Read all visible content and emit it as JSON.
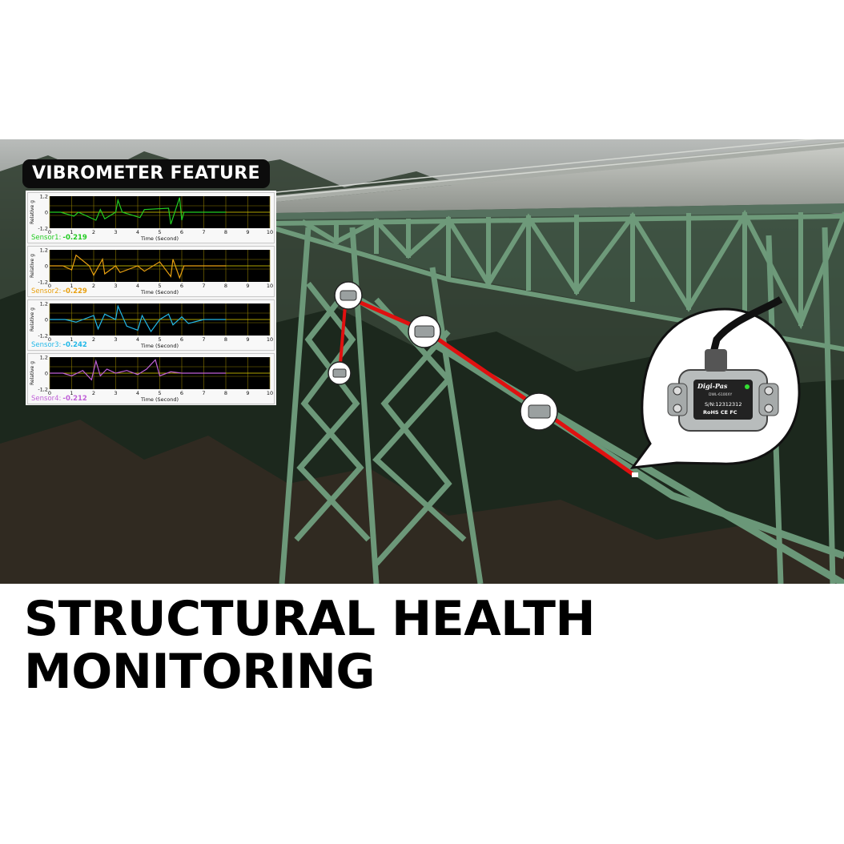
{
  "badge": {
    "label": "VIBROMETER FEATURE"
  },
  "headline": {
    "line1": "STRUCTURAL HEALTH",
    "line2": "MONITORING"
  },
  "device": {
    "brand": "Digi-Pas",
    "model": "DWL-6100XY",
    "serial": "S/N:12312312",
    "marks": "RoHS CE FC"
  },
  "colors": {
    "plot_bg": "#000000",
    "grid": "#8a7a00",
    "sensor1": "#22cc22",
    "sensor2": "#e8a010",
    "sensor3": "#22b8e8",
    "sensor4": "#c060d8",
    "cable": "#e01010"
  },
  "chart_data": [
    {
      "type": "line",
      "ylabel": "Relative g",
      "xlabel": "Time (Second)",
      "yticks": [
        "1,2",
        "0",
        "-1,2"
      ],
      "xticks": [
        "0",
        "1",
        "2",
        "3",
        "4",
        "5",
        "6",
        "7",
        "8",
        "9",
        "10"
      ],
      "xlim": [
        0,
        10
      ],
      "ylim": [
        -1.2,
        1.2
      ],
      "series": [
        {
          "name": "Sensor1",
          "color": "#22cc22"
        }
      ],
      "reading_label": "Sensor1:",
      "reading": "-0.219",
      "x": [
        0,
        0.5,
        1.1,
        1.3,
        2.1,
        2.3,
        2.5,
        3.0,
        3.1,
        3.3,
        4.1,
        4.3,
        5.4,
        5.5,
        5.9,
        6.0,
        6.1,
        7.0,
        8.0
      ],
      "y": [
        0,
        0,
        -0.3,
        0,
        -0.6,
        0.2,
        -0.5,
        0,
        0.9,
        0,
        -0.4,
        0.2,
        0.3,
        -0.9,
        1.1,
        -0.6,
        0,
        0,
        0
      ]
    },
    {
      "type": "line",
      "ylabel": "Relative g",
      "xlabel": "Time (Second)",
      "yticks": [
        "1,2",
        "0",
        "-1,2"
      ],
      "xticks": [
        "0",
        "1",
        "2",
        "3",
        "4",
        "5",
        "6",
        "7",
        "8",
        "9",
        "10"
      ],
      "xlim": [
        0,
        10
      ],
      "ylim": [
        -1.2,
        1.2
      ],
      "series": [
        {
          "name": "Sensor2",
          "color": "#e8a010"
        }
      ],
      "reading_label": "Sensor2:",
      "reading": "-0.229",
      "x": [
        0,
        0.6,
        1.0,
        1.2,
        1.8,
        2.0,
        2.4,
        2.5,
        3.0,
        3.2,
        4.0,
        4.3,
        5.0,
        5.5,
        5.6,
        5.9,
        6.1,
        7.0,
        8.0
      ],
      "y": [
        0,
        0,
        -0.3,
        0.8,
        0,
        -0.7,
        0.5,
        -0.6,
        0,
        -0.5,
        0,
        -0.4,
        0.3,
        -0.8,
        0.5,
        -0.9,
        0,
        0,
        0
      ]
    },
    {
      "type": "line",
      "ylabel": "Relative g",
      "xlabel": "Time (Second)",
      "yticks": [
        "1,2",
        "0",
        "-1,2"
      ],
      "xticks": [
        "0",
        "1",
        "2",
        "3",
        "4",
        "5",
        "6",
        "7",
        "8",
        "9",
        "10"
      ],
      "xlim": [
        0,
        10
      ],
      "ylim": [
        -1.2,
        1.2
      ],
      "series": [
        {
          "name": "Sensor3",
          "color": "#22b8e8"
        }
      ],
      "reading_label": "Sensor3:",
      "reading": "-0.242",
      "x": [
        0,
        0.7,
        1.2,
        2.0,
        2.2,
        2.5,
        3.0,
        3.1,
        3.5,
        4.0,
        4.2,
        4.6,
        5.0,
        5.4,
        5.6,
        6.0,
        6.3,
        7.0,
        8.0
      ],
      "y": [
        0,
        0,
        -0.2,
        0.3,
        -0.7,
        0.4,
        0,
        1.0,
        -0.5,
        -0.8,
        0.3,
        -0.9,
        0,
        0.4,
        -0.4,
        0.2,
        -0.3,
        0,
        0
      ]
    },
    {
      "type": "line",
      "ylabel": "Relative g",
      "xlabel": "Time (Second)",
      "yticks": [
        "1,2",
        "0",
        "-1,2"
      ],
      "xticks": [
        "0",
        "1",
        "2",
        "3",
        "4",
        "5",
        "6",
        "7",
        "8",
        "9",
        "10"
      ],
      "xlim": [
        0,
        10
      ],
      "ylim": [
        -1.2,
        1.2
      ],
      "series": [
        {
          "name": "Sensor4",
          "color": "#c060d8"
        }
      ],
      "reading_label": "Sensor4:",
      "reading": "-0.212",
      "x": [
        0,
        0.6,
        1.0,
        1.5,
        1.9,
        2.1,
        2.3,
        2.6,
        3.0,
        3.5,
        4.0,
        4.4,
        4.8,
        5.0,
        5.5,
        6.0,
        7.0,
        8.0
      ],
      "y": [
        0,
        0,
        -0.2,
        0.2,
        -0.5,
        0.9,
        -0.2,
        0.3,
        0,
        0.2,
        -0.1,
        0.3,
        1.0,
        -0.2,
        0.1,
        0,
        0,
        0
      ]
    }
  ]
}
